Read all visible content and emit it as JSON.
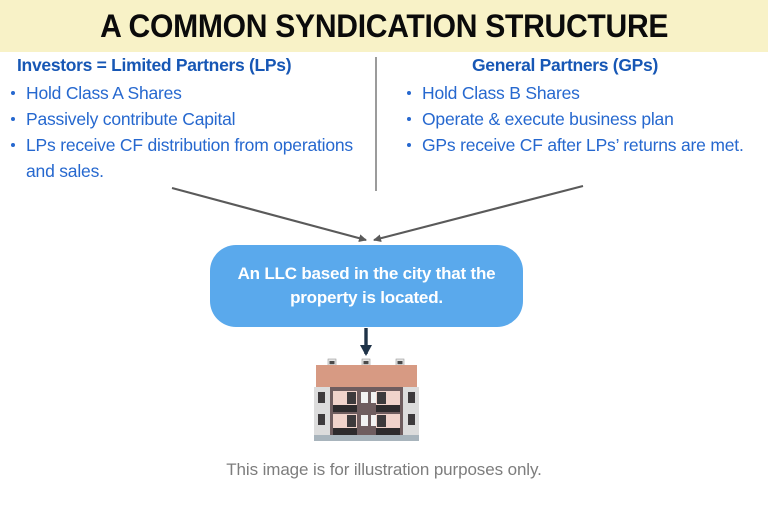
{
  "banner": {
    "title": "A COMMON SYNDICATION STRUCTURE",
    "background_color": "#F8F2C7",
    "text_color": "#0B0B0B"
  },
  "columns": {
    "divider_color": "#9B9B9B",
    "left": {
      "heading": "Investors = Limited Partners (LPs)",
      "heading_color": "#1757B5",
      "bullet_color": "#2668CF",
      "bullets": [
        "Hold Class A Shares",
        "Passively contribute Capital",
        "LPs receive CF distribution from operations and sales."
      ]
    },
    "right": {
      "heading": "General Partners (GPs)",
      "heading_color": "#1757B5",
      "bullet_color": "#2668CF",
      "bullets": [
        "Hold Class B Shares",
        "Operate & execute business plan",
        "GPs receive CF after LPs’ returns are met."
      ]
    }
  },
  "arrows": {
    "color": "#5A5A5A",
    "down_arrow_color": "#1F3348",
    "left_arrow_label": "lp-to-llc-arrow",
    "right_arrow_label": "gp-to-llc-arrow",
    "down_arrow_label": "llc-to-property-arrow"
  },
  "callout": {
    "text": "An LLC based in the city that the property is located.",
    "background_color": "#5AA9EC",
    "text_color": "#FFFFFF"
  },
  "building": {
    "name": "apartment-building-illustration",
    "roof_color": "#D79A83",
    "facade_color": "#6F5D5F",
    "wing_color": "#D9D9D9",
    "base_color": "#A8B4BC"
  },
  "caption": {
    "text": "This image is for illustration purposes only.",
    "color": "#7D7D7D"
  }
}
